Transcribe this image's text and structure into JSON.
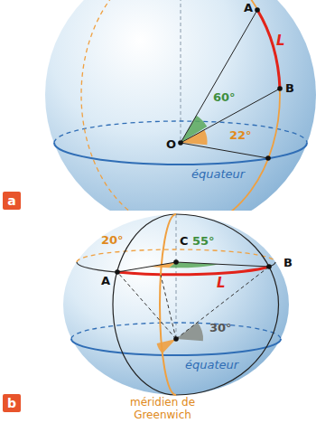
{
  "diagram": {
    "nodes": [
      {
        "text": [
          "a"
        ]
      },
      {
        "text": [
          "b"
        ]
      }
    ],
    "labels": [
      "A",
      "L",
      "60°",
      "B",
      "O",
      "22°",
      "équateur",
      "20°",
      "C",
      "55°",
      "A",
      "B",
      "L",
      "30°",
      "équateur",
      "méridien de Greenwich"
    ]
  }
}
